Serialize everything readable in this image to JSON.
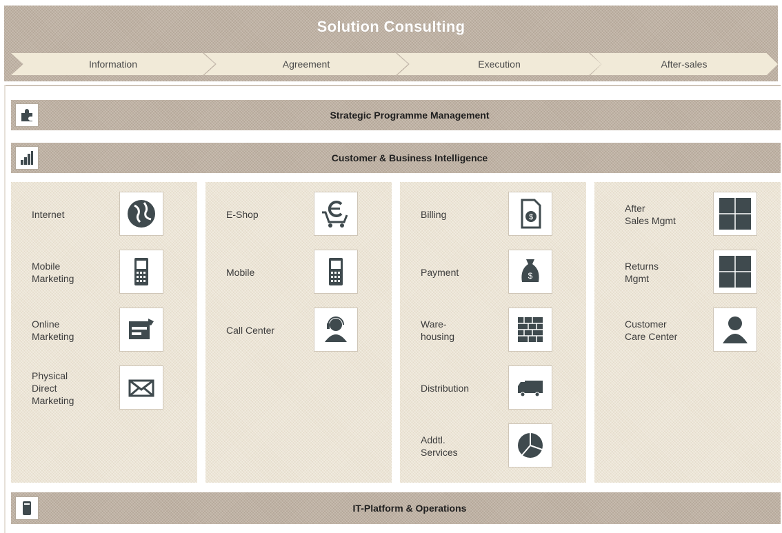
{
  "header": {
    "title": "Solution Consulting",
    "phases": [
      "Information",
      "Agreement",
      "Execution",
      "After-sales"
    ]
  },
  "bars": {
    "strategic": "Strategic Programme Management",
    "intelligence": "Customer & Business Intelligence",
    "platform": "IT-Platform & Operations"
  },
  "columns": [
    {
      "items": [
        {
          "label": "Internet",
          "icon": "globe-icon"
        },
        {
          "label": "Mobile\nMarketing",
          "icon": "mobile-phone-icon"
        },
        {
          "label": "Online\nMarketing",
          "icon": "online-ad-icon"
        },
        {
          "label": "Physical\nDirect\nMarketing",
          "icon": "envelope-icon"
        }
      ]
    },
    {
      "items": [
        {
          "label": "E-Shop",
          "icon": "euro-cart-icon"
        },
        {
          "label": "Mobile",
          "icon": "mobile-phone-icon"
        },
        {
          "label": "Call Center",
          "icon": "headset-agent-icon"
        }
      ]
    },
    {
      "items": [
        {
          "label": "Billing",
          "icon": "invoice-dollar-icon"
        },
        {
          "label": "Payment",
          "icon": "money-bag-icon"
        },
        {
          "label": "Ware-\nhousing",
          "icon": "warehouse-shelves-icon"
        },
        {
          "label": "Distribution",
          "icon": "truck-icon"
        },
        {
          "label": "Addtl.\nServices",
          "icon": "pie-chart-icon"
        }
      ]
    },
    {
      "items": [
        {
          "label": "After\nSales Mgmt",
          "icon": "grid-window-icon"
        },
        {
          "label": "Returns\nMgmt",
          "icon": "grid-window-icon"
        },
        {
          "label": "Customer\nCare Center",
          "icon": "person-icon"
        }
      ]
    }
  ],
  "colors": {
    "band": "#bfb2a4",
    "chevron": "#f1ead8",
    "panel": "#ece5d6",
    "icon": "#3f4a4e",
    "title_text": "#ffffff"
  }
}
